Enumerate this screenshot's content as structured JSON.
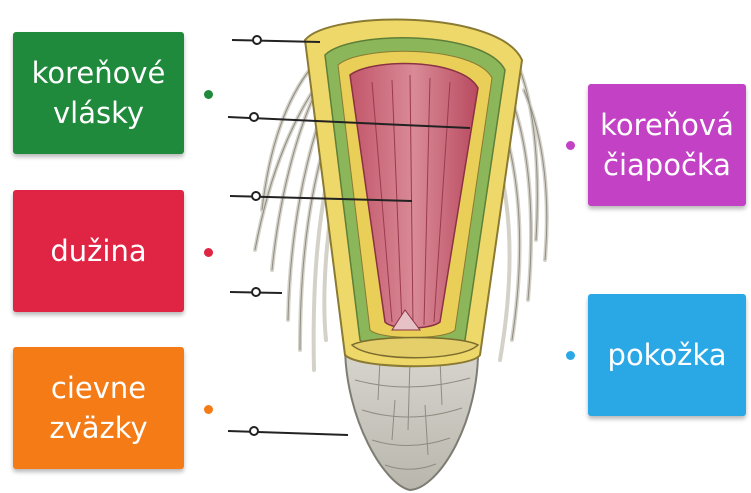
{
  "labels": {
    "root_hairs": {
      "text": "koreňové\nvlásky",
      "color": "#1f8a3b"
    },
    "pulp": {
      "text": "dužina",
      "color": "#e02443"
    },
    "vascular_bundles": {
      "text": "cievne\nzväzky",
      "color": "#f47b16"
    },
    "root_cap": {
      "text": "koreňová\nčiapočka",
      "color": "#c241c4"
    },
    "epidermis": {
      "text": "pokožka",
      "color": "#2aa7e5"
    }
  },
  "diagram": {
    "subject": "root longitudinal section",
    "pointer_count": 5
  }
}
